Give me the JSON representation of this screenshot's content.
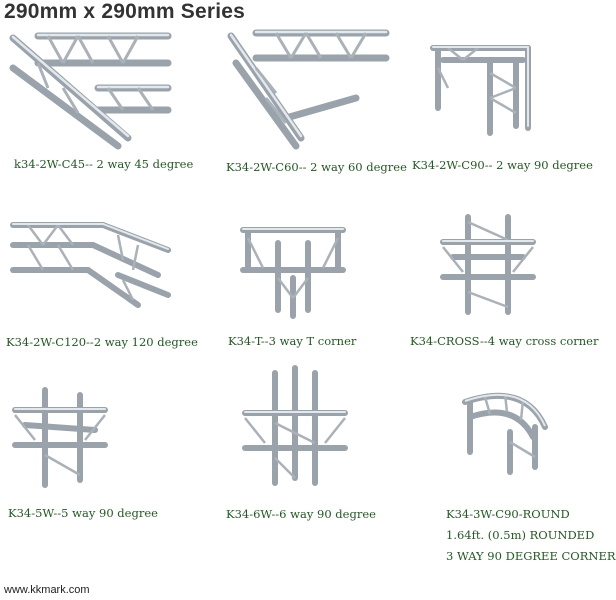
{
  "page": {
    "title": "290mm x 290mm Series",
    "footer": "www.kkmark.com"
  },
  "items": [
    {
      "caption": "k34-2W-C45-- 2 way 45 degree",
      "icon": "truss-corner-45-icon"
    },
    {
      "caption": "K34-2W-C60-- 2 way 60 degree",
      "icon": "truss-corner-60-icon"
    },
    {
      "caption": "K34-2W-C90-- 2 way 90 degree",
      "icon": "truss-corner-90-icon"
    },
    {
      "caption": "K34-2W-C120--2 way 120 degree",
      "icon": "truss-corner-120-icon"
    },
    {
      "caption": "K34-T--3 way T corner",
      "icon": "truss-t-corner-icon"
    },
    {
      "caption": "K34-CROSS--4 way cross corner",
      "icon": "truss-cross-corner-icon"
    },
    {
      "caption": "K34-5W--5 way 90 degree",
      "icon": "truss-5way-icon"
    },
    {
      "caption": "K34-6W--6 way 90 degree",
      "icon": "truss-6way-icon"
    },
    {
      "caption_lines": [
        "K34-3W-C90-ROUND",
        "1.64ft. (0.5m) ROUNDED",
        "3 WAY 90 DEGREE CORNER"
      ],
      "icon": "truss-round-corner-icon"
    }
  ]
}
